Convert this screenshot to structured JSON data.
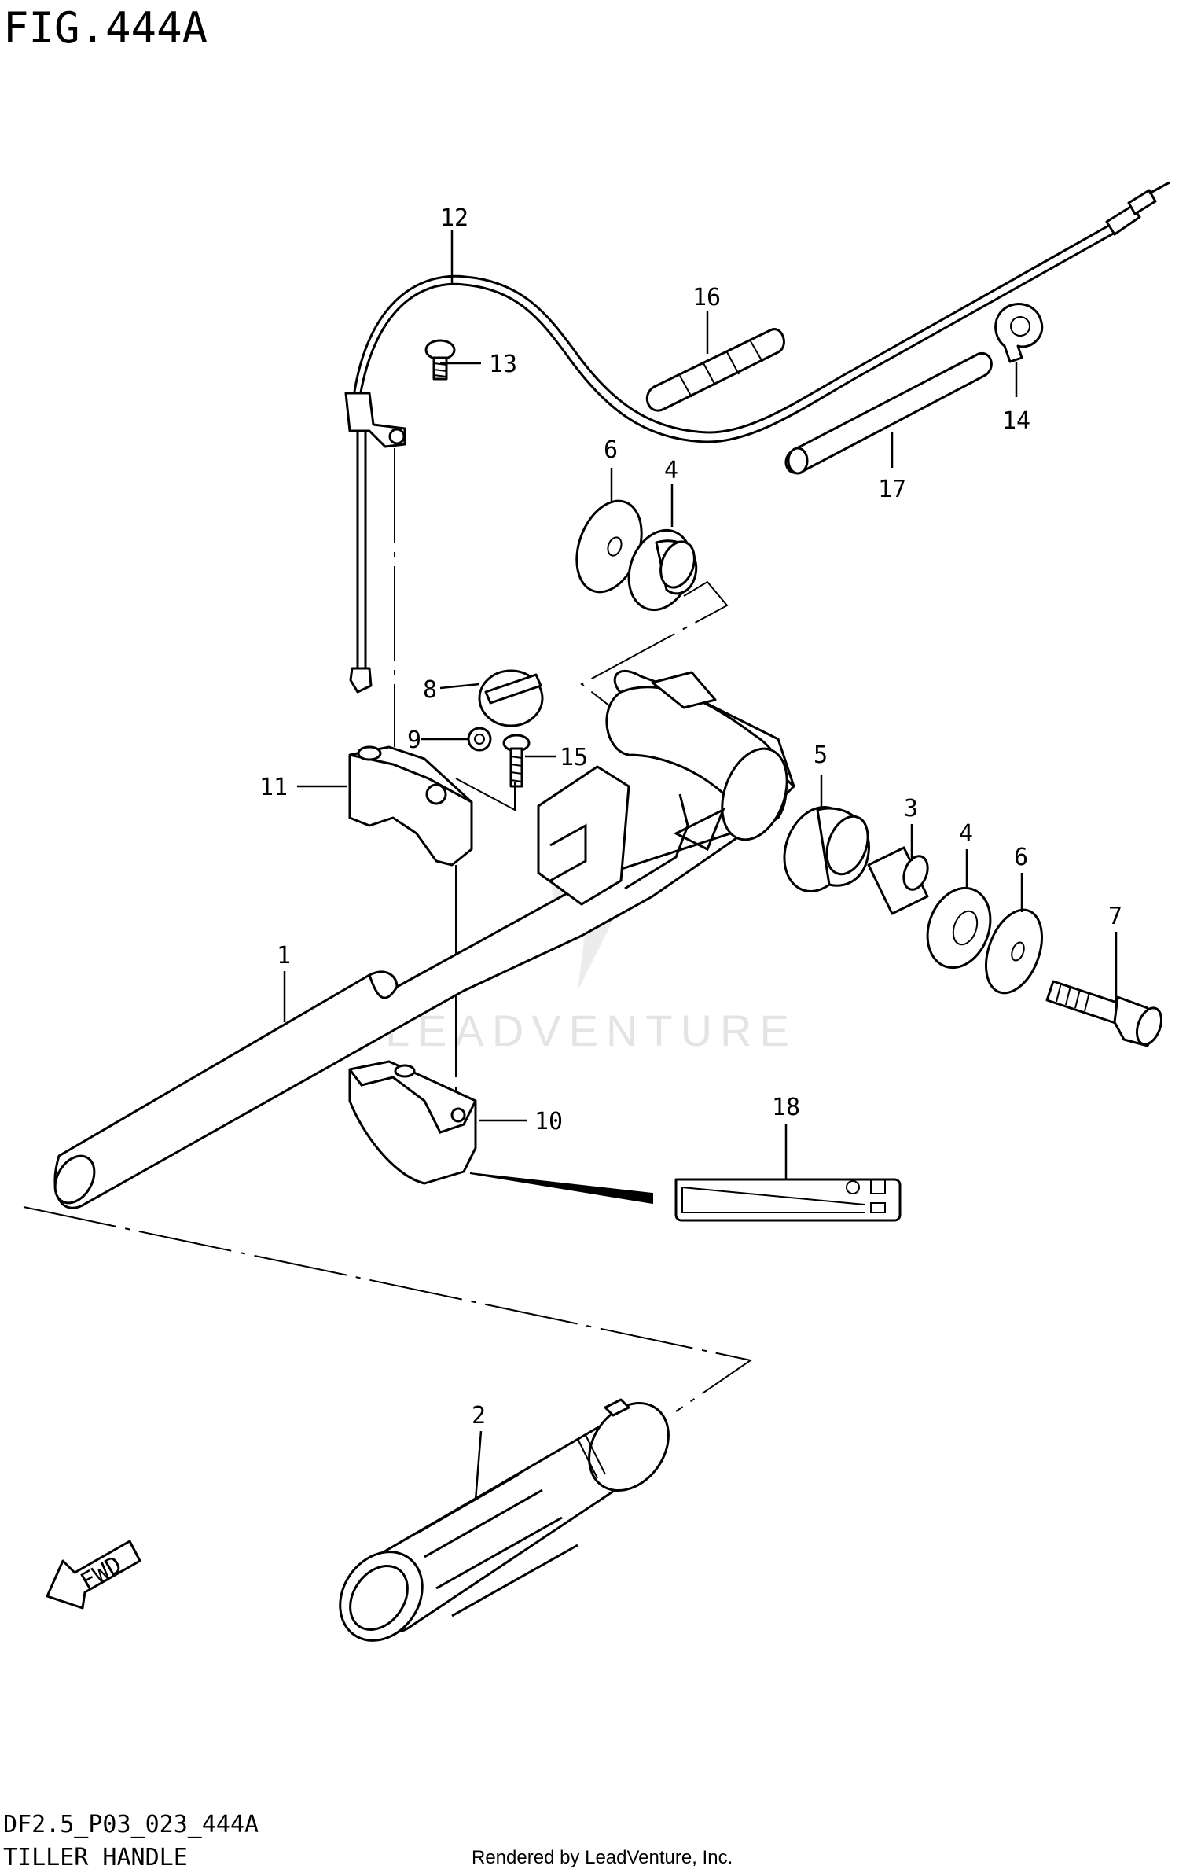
{
  "figure": {
    "title": "FIG.444A",
    "code": "DF2.5_P03_023_444A",
    "name": "TILLER HANDLE",
    "rendered_by": "Rendered by LeadVenture, Inc.",
    "watermark": "LEADVENTURE",
    "fwd_label": "FWD"
  },
  "callouts": [
    {
      "id": "1",
      "label": "1"
    },
    {
      "id": "2",
      "label": "2"
    },
    {
      "id": "3",
      "label": "3"
    },
    {
      "id": "4a",
      "label": "4"
    },
    {
      "id": "4b",
      "label": "4"
    },
    {
      "id": "5",
      "label": "5"
    },
    {
      "id": "6a",
      "label": "6"
    },
    {
      "id": "6b",
      "label": "6"
    },
    {
      "id": "7",
      "label": "7"
    },
    {
      "id": "8",
      "label": "8"
    },
    {
      "id": "9",
      "label": "9"
    },
    {
      "id": "10",
      "label": "10"
    },
    {
      "id": "11",
      "label": "11"
    },
    {
      "id": "12",
      "label": "12"
    },
    {
      "id": "13",
      "label": "13"
    },
    {
      "id": "14",
      "label": "14"
    },
    {
      "id": "15",
      "label": "15"
    },
    {
      "id": "16",
      "label": "16"
    },
    {
      "id": "17",
      "label": "17"
    },
    {
      "id": "18",
      "label": "18"
    }
  ]
}
